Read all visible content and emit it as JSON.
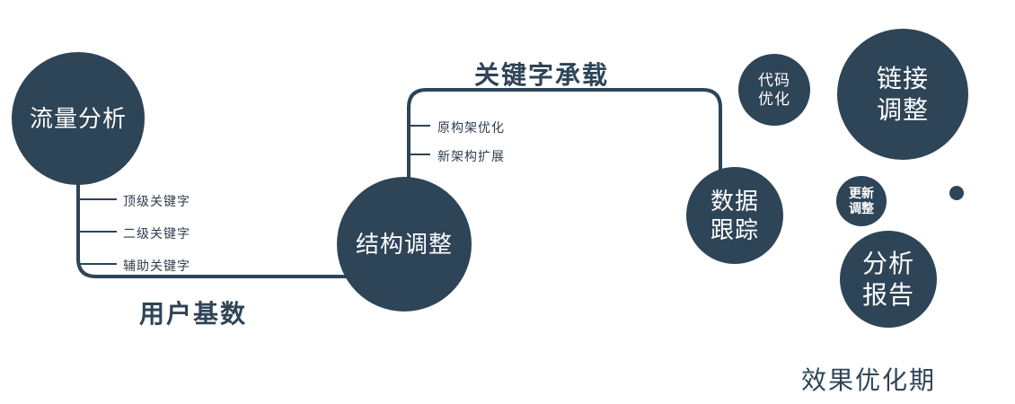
{
  "colors": {
    "primary": "#2e4457",
    "node_text": "#ffffff",
    "background": "#ffffff"
  },
  "nodes": {
    "traffic_analysis": {
      "label": "流量分析"
    },
    "structure_adjust": {
      "label": "结构调整"
    },
    "data_tracking": {
      "label": "数据\n跟踪"
    },
    "code_optimization": {
      "label": "代码\n优化"
    },
    "link_adjustment": {
      "label": "链接\n调整"
    },
    "update_adjustment": {
      "label": "更新\n调整"
    },
    "analysis_report": {
      "label": "分析\n报告"
    }
  },
  "edges": {
    "user_base_label": "用户基数",
    "keyword_carry_label": "关键字承载"
  },
  "branches": {
    "traffic": [
      "顶级关键字",
      "二级关键字",
      "辅助关键字"
    ],
    "structure": [
      "原构架优化",
      "新架构扩展"
    ]
  },
  "footer": {
    "phase_label": "效果优化期"
  }
}
